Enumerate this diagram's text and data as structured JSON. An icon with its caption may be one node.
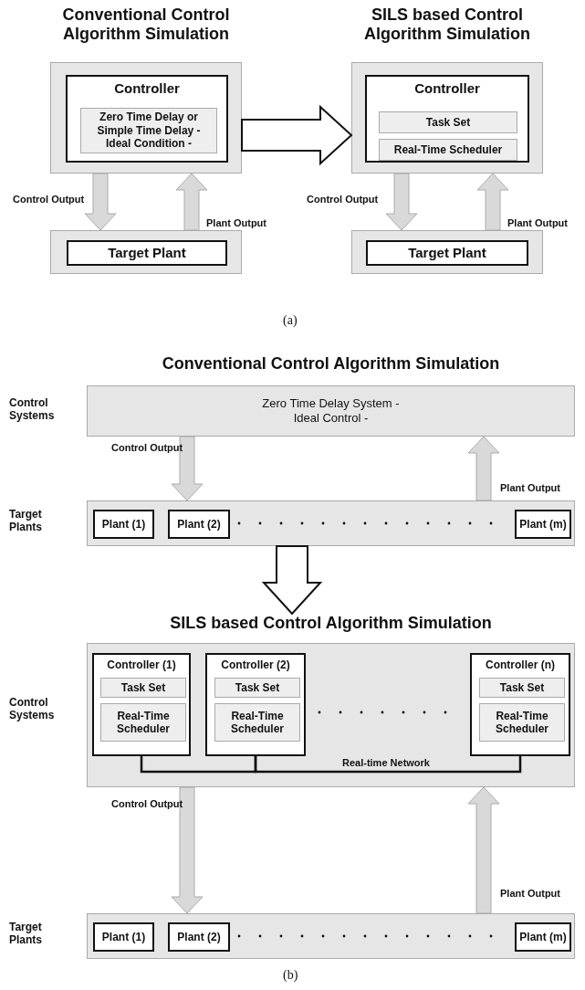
{
  "diagram": {
    "nodes": [
      {
        "text": [
          "Conventional Control Algorithm Simulation"
        ]
      },
      {
        "text": [
          "Controller"
        ],
        "in": 0
      },
      {
        "text": [
          "Zero Time Delay or Simple Time Delay - Ideal Condition -"
        ],
        "in": 1
      },
      {
        "text": [],
        "shape": "box"
      },
      {
        "text": [
          "Target Plant"
        ],
        "in": 3
      },
      {
        "text": [
          "SILS based Control Algorithm Simulation"
        ]
      },
      {
        "text": [
          "Controller"
        ],
        "in": 5
      },
      {
        "text": [
          "Task Set"
        ],
        "in": 6
      },
      {
        "text": [
          "Real-Time Scheduler"
        ],
        "in": 6
      },
      {
        "text": [],
        "shape": "box"
      },
      {
        "text": [
          "Target Plant"
        ],
        "in": 9
      },
      {
        "text": [
          "Conventional Control Algorithm Simulation",
          "Zero Time Delay System - Ideal Control -"
        ]
      },
      {
        "text": [],
        "shape": "box"
      },
      {
        "text": [
          "Plant (1)"
        ],
        "in": 12
      },
      {
        "text": [
          "Plant (2)"
        ],
        "in": 12
      },
      {
        "text": [
          "Plant (m)"
        ],
        "in": 12
      },
      {
        "text": [
          "SILS based Control Algorithm Simulation"
        ]
      },
      {
        "text": [
          "Controller (1)"
        ],
        "in": 16
      },
      {
        "text": [
          "Task Set"
        ],
        "in": 17
      },
      {
        "text": [
          "Real-Time Scheduler"
        ],
        "in": 17
      },
      {
        "text": [
          "Controller (2)"
        ],
        "in": 16
      },
      {
        "text": [
          "Task Set"
        ],
        "in": 20
      },
      {
        "text": [
          "Real-Time Scheduler"
        ],
        "in": 20
      },
      {
        "text": [
          "Controller (n)"
        ],
        "in": 16
      },
      {
        "text": [
          "Task Set"
        ],
        "in": 23
      },
      {
        "text": [
          "Real-Time Scheduler"
        ],
        "in": 23
      },
      {
        "text": [],
        "shape": "box"
      },
      {
        "text": [
          "Plant (1)"
        ],
        "in": 26
      },
      {
        "text": [
          "Plant (2)"
        ],
        "in": 26
      },
      {
        "text": [
          "Plant (m)"
        ],
        "in": 26
      }
    ],
    "edges": [
      {
        "from": 0,
        "to": 3,
        "arrow": "to",
        "label": "Control Output"
      },
      {
        "from": 3,
        "to": 0,
        "arrow": "to",
        "label": "Plant Output"
      },
      {
        "from": 0,
        "to": 5,
        "arrow": "to",
        "style": "thick"
      },
      {
        "from": 5,
        "to": 9,
        "arrow": "to",
        "label": "Control Output"
      },
      {
        "from": 9,
        "to": 5,
        "arrow": "to",
        "label": "Plant Output"
      },
      {
        "from": 11,
        "to": 12,
        "arrow": "to",
        "label": "Control Output"
      },
      {
        "from": 12,
        "to": 11,
        "arrow": "to",
        "label": "Plant Output"
      },
      {
        "from": 12,
        "to": 16,
        "arrow": "to",
        "style": "thick"
      },
      {
        "from": 17,
        "to": 20,
        "arrow": "none"
      },
      {
        "from": 20,
        "to": 23,
        "arrow": "none",
        "label": "Real-time Network"
      },
      {
        "from": 16,
        "to": 26,
        "arrow": "to",
        "label": "Control Output"
      },
      {
        "from": 26,
        "to": 16,
        "arrow": "to",
        "label": "Plant Output"
      }
    ],
    "labels": [
      "(a)",
      "Control Systems",
      "Target Plants",
      "Control Systems",
      "Target Plants",
      "(b)"
    ]
  }
}
